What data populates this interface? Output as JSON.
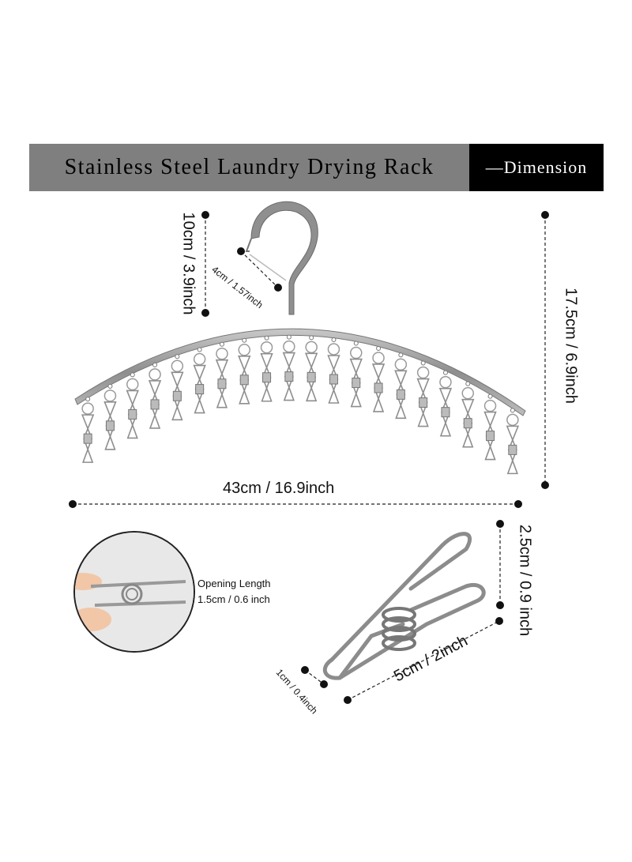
{
  "banner": {
    "title": "Stainless Steel Laundry Drying Rack",
    "tag": "—Dimension"
  },
  "dimensions": {
    "hook_height": "10cm / 3.9inch",
    "hook_diameter": "4cm / 1.57inch",
    "total_height": "17.5cm / 6.9inch",
    "total_width": "43cm / 16.9inch",
    "clip_height": "2.5cm / 0.9 inch",
    "clip_length": "5cm / 2inch",
    "clip_width": "1cm / 0.4inch",
    "opening_label": "Opening Length",
    "opening_value": "1.5cm / 0.6 inch"
  },
  "colors": {
    "banner_gray": "#7f7f7f",
    "banner_black": "#000000",
    "steel": "#a8a8a8"
  }
}
